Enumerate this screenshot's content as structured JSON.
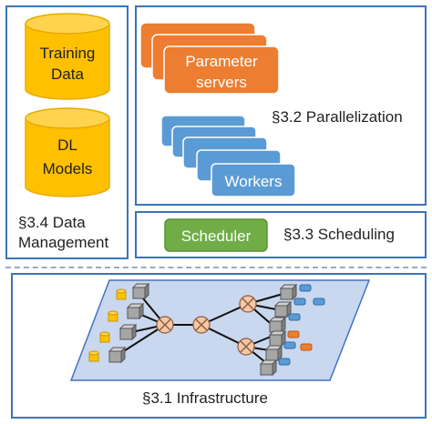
{
  "data_management": {
    "db1_line1": "Training",
    "db1_line2": "Data",
    "db2_line1": "DL",
    "db2_line2": "Models",
    "label_line1": "§3.4 Data",
    "label_line2": "Management"
  },
  "parallelization": {
    "param_line1": "Parameter",
    "param_line2": "servers",
    "workers": "Workers",
    "label": "§3.2 Parallelization"
  },
  "scheduling": {
    "scheduler": "Scheduler",
    "label": "§3.3 Scheduling"
  },
  "infrastructure": {
    "label": "§3.1 Infrastructure"
  },
  "colors": {
    "panel_border": "#3b74b8",
    "db_fill": "#ffc000",
    "param_fill": "#ed7d31",
    "worker_fill": "#5b9bd5",
    "scheduler_fill": "#70ad47",
    "plane_fill": "#c9d7ef"
  }
}
